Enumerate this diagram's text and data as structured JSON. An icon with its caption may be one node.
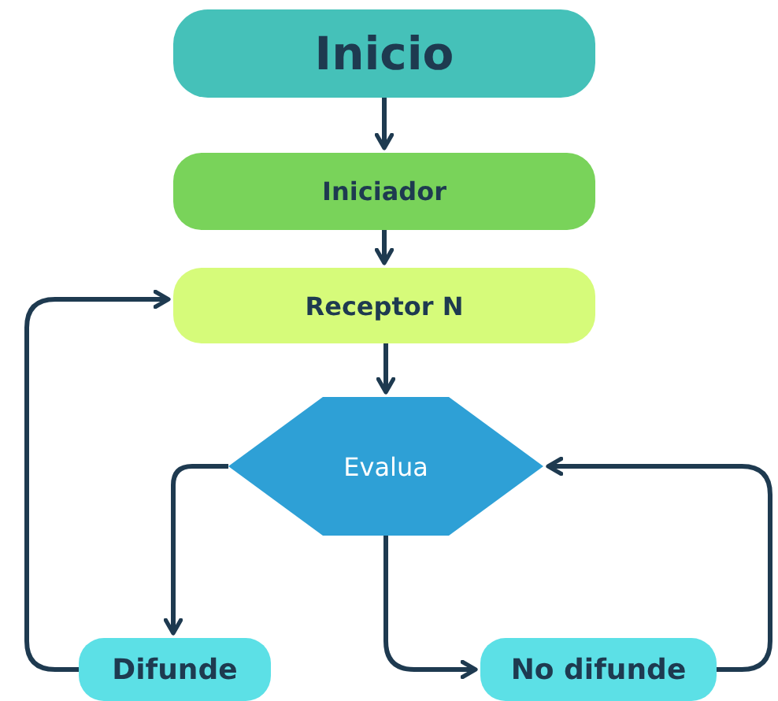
{
  "diagram": {
    "nodes": [
      {
        "text": [
          "Inicio"
        ]
      },
      {
        "text": [
          "Iniciador"
        ]
      },
      {
        "text": [
          "Receptor N"
        ]
      },
      {
        "text": [
          "Evalua"
        ]
      },
      {
        "text": [
          "Difunde"
        ]
      },
      {
        "text": [
          "No difunde"
        ]
      }
    ],
    "edges": [
      {
        "from": 0,
        "to": 1,
        "arrow": "to"
      },
      {
        "from": 1,
        "to": 2,
        "arrow": "to"
      },
      {
        "from": 2,
        "to": 3,
        "arrow": "to"
      },
      {
        "from": 3,
        "to": 4,
        "arrow": "to"
      },
      {
        "from": 3,
        "to": 5,
        "arrow": "to"
      },
      {
        "from": 5,
        "to": 3,
        "arrow": "to"
      },
      {
        "from": 4,
        "to": 2,
        "arrow": "to"
      }
    ]
  }
}
